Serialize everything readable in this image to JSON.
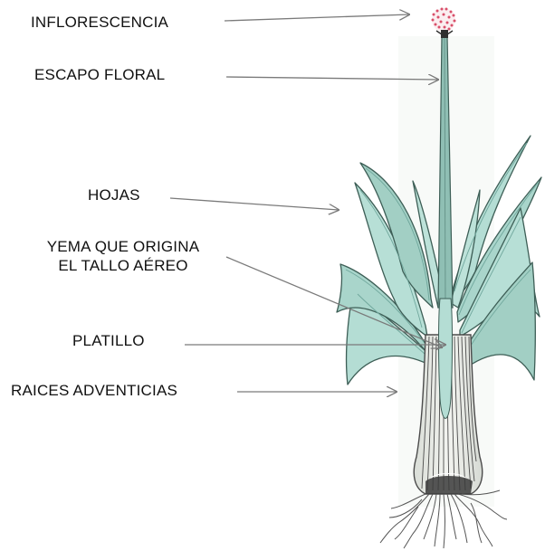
{
  "labels": {
    "inflorescencia": "INFLORESCENCIA",
    "escapo_floral": "ESCAPO FLORAL",
    "hojas": "HOJAS",
    "yema_line1": "YEMA QUE ORIGINA",
    "yema_line2": "EL TALLO AÉREO",
    "platillo": "PLATILLO",
    "raices": "RAICES ADVENTICIAS"
  },
  "colors": {
    "leaf_fill": "#b4ddd4",
    "leaf_dark": "#6fa79c",
    "leaf_outline": "#3d5e56",
    "stem_fill": "#8fbfb4",
    "bulb_fill": "#e7e9e4",
    "bulb_line": "#4b4b4b",
    "flower_dots": "#d94f6a",
    "arrow": "#7a7a7a",
    "text": "#111111"
  }
}
